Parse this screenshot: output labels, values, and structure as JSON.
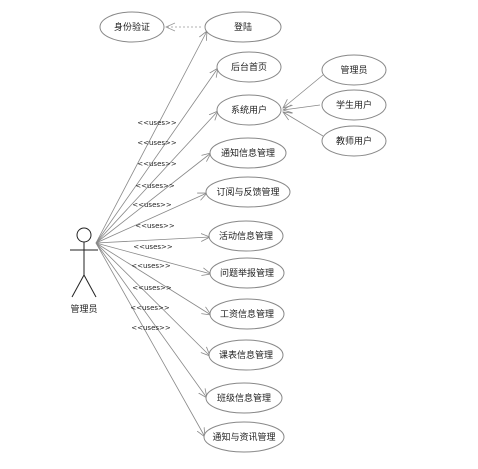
{
  "actor": {
    "label": "管理员"
  },
  "auth_case": {
    "label": "身份验证"
  },
  "use_cases": [
    {
      "id": "login",
      "label": "登陆",
      "stereotype": ""
    },
    {
      "id": "home",
      "label": "后台首页",
      "stereotype": ""
    },
    {
      "id": "users",
      "label": "系统用户",
      "stereotype": "<<uses>>"
    },
    {
      "id": "notice",
      "label": "通知信息管理",
      "stereotype": "<<uses>>"
    },
    {
      "id": "feedback",
      "label": "订阅与反馈管理",
      "stereotype": "<<uses>>"
    },
    {
      "id": "activity",
      "label": "活动信息管理",
      "stereotype": "<<uses>>"
    },
    {
      "id": "report",
      "label": "问题举报管理",
      "stereotype": "<<uses>>"
    },
    {
      "id": "salary",
      "label": "工资信息管理",
      "stereotype": "<<uses>>"
    },
    {
      "id": "schedule",
      "label": "课表信息管理",
      "stereotype": "<<uses>>"
    },
    {
      "id": "class",
      "label": "班级信息管理",
      "stereotype": "<<uses>>"
    },
    {
      "id": "news",
      "label": "通知与资讯管理",
      "stereotype": "<<uses>>"
    }
  ],
  "sub_cases": [
    {
      "id": "admin",
      "label": "管理员"
    },
    {
      "id": "student",
      "label": "学生用户"
    },
    {
      "id": "teacher",
      "label": "教师用户"
    }
  ],
  "extra_stereotypes": [
    "<<uses>>",
    "<<uses>>"
  ],
  "colors": {
    "line": "#888888",
    "text": "#222222"
  }
}
